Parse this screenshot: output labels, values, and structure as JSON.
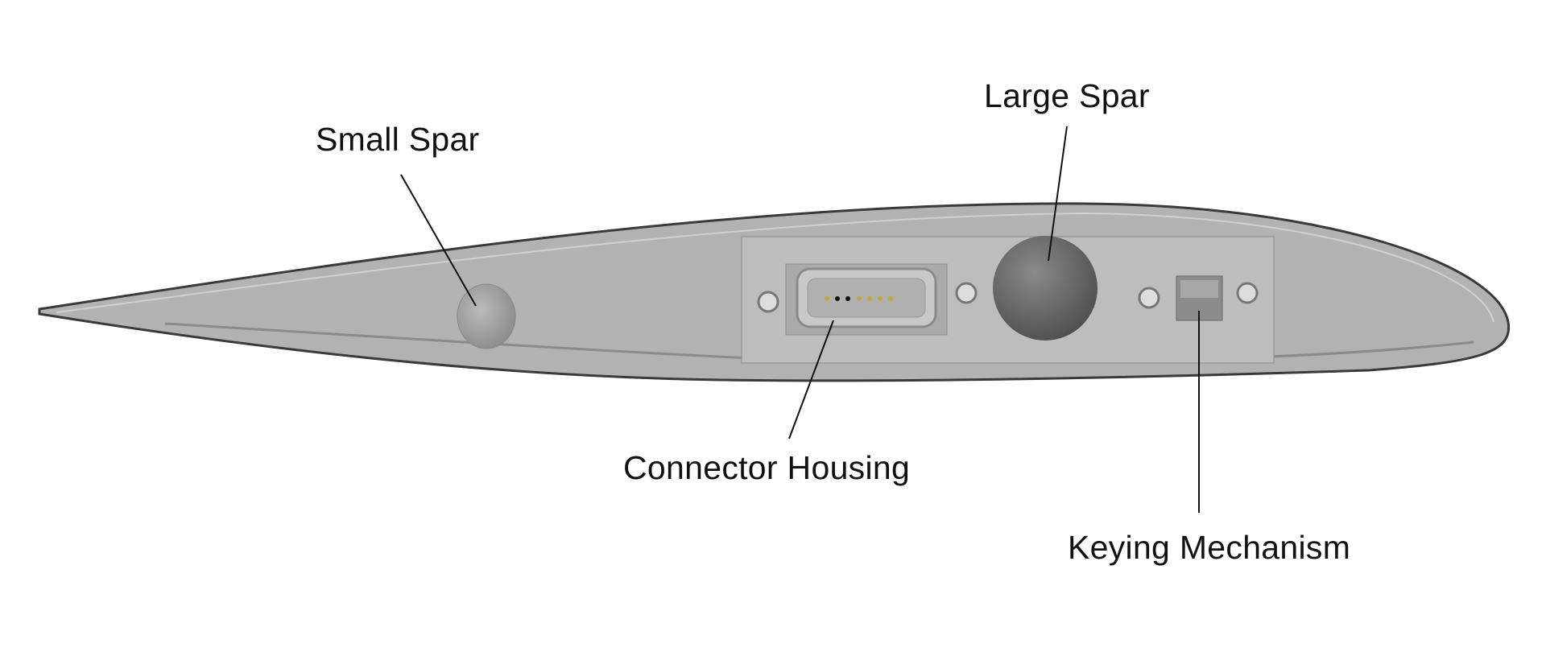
{
  "labels": {
    "small_spar": "Small Spar",
    "large_spar": "Large Spar",
    "connector_housing": "Connector Housing",
    "keying_mechanism": "Keying Mechanism"
  },
  "colors": {
    "surface": "#b4b4b4",
    "panel": "#bdbdbd",
    "edge": "#3a3a3a",
    "spar": "#6e6e6e",
    "leader": "#111111"
  }
}
